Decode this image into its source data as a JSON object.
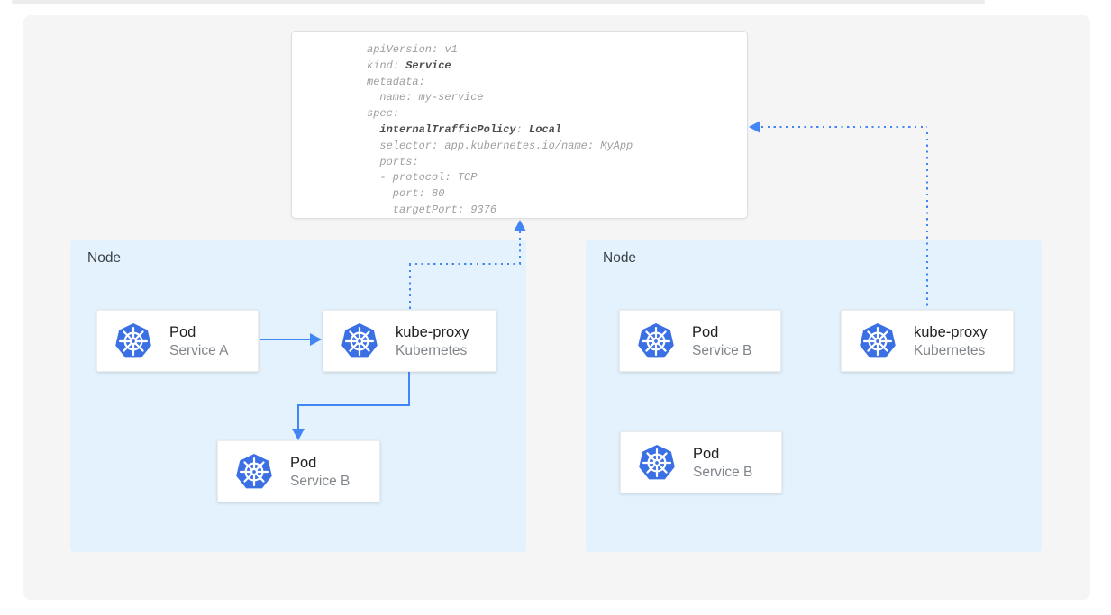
{
  "colors": {
    "arrow_blue": "#4285f4",
    "kubernetes_blue": "#3b70e4",
    "node_fill": "#e3f2fd",
    "canvas_fill": "#f5f5f5"
  },
  "yaml_card": {
    "lines": [
      [
        [
          "apiVersion: v1",
          false
        ]
      ],
      [
        [
          "kind: ",
          false
        ],
        [
          "Service",
          true
        ]
      ],
      [
        [
          "metadata:",
          false
        ]
      ],
      [
        [
          "  name: my-service",
          false
        ]
      ],
      [
        [
          "spec:",
          false
        ]
      ],
      [
        [
          "  ",
          false
        ],
        [
          "internalTrafficPolicy",
          true
        ],
        [
          ": ",
          false
        ],
        [
          "Local",
          true
        ]
      ],
      [
        [
          "  selector: app.kubernetes.io/name: MyApp",
          false
        ]
      ],
      [
        [
          "  ports:",
          false
        ]
      ],
      [
        [
          "  - protocol: TCP",
          false
        ]
      ],
      [
        [
          "    port: 80",
          false
        ]
      ],
      [
        [
          "    targetPort: 9376",
          false
        ]
      ]
    ]
  },
  "nodes": [
    {
      "label": "Node"
    },
    {
      "label": "Node"
    }
  ],
  "cards": [
    {
      "title": "Pod",
      "subtitle": "Service A"
    },
    {
      "title": "kube-proxy",
      "subtitle": "Kubernetes"
    },
    {
      "title": "Pod",
      "subtitle": "Service B"
    },
    {
      "title": "Pod",
      "subtitle": "Service B"
    },
    {
      "title": "kube-proxy",
      "subtitle": "Kubernetes"
    },
    {
      "title": "Pod",
      "subtitle": "Service B"
    }
  ],
  "connections": [
    {
      "from": "pod-service-a",
      "to": "kube-proxy-left",
      "style": "solid-arrow"
    },
    {
      "from": "kube-proxy-left",
      "to": "pod-service-b-left",
      "style": "solid-arrow"
    },
    {
      "from": "kube-proxy-left",
      "to": "service-yaml-card",
      "style": "dotted-arrow"
    },
    {
      "from": "kube-proxy-right",
      "to": "service-yaml-card",
      "style": "dotted-arrow"
    }
  ]
}
